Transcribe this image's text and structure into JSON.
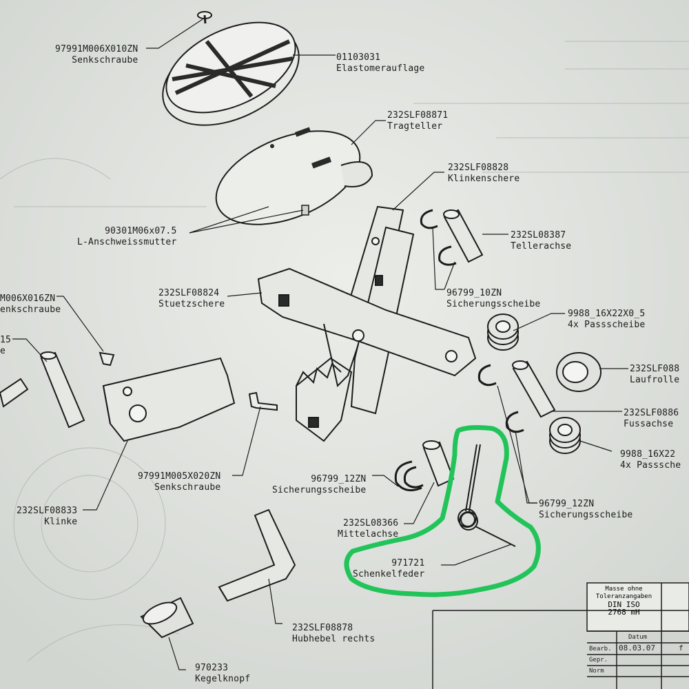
{
  "parts": [
    {
      "id": "p1",
      "number": "97991M006X010ZN",
      "name": "Senkschraube"
    },
    {
      "id": "p2",
      "number": "01103031",
      "name": "Elastomerauflage"
    },
    {
      "id": "p3",
      "number": "232SLF08871",
      "name": "Tragteller"
    },
    {
      "id": "p4",
      "number": "232SLF08828",
      "name": "Klinkenschere"
    },
    {
      "id": "p5",
      "number": "232SL08387",
      "name": "Tellerachse"
    },
    {
      "id": "p6",
      "number": "90301M06x07.5",
      "name": "L-Anschweissmutter"
    },
    {
      "id": "p7",
      "number": "232SLF08824",
      "name": "Stuetzschere"
    },
    {
      "id": "p8",
      "number": "96799_10ZN",
      "name": "Sicherungsscheibe"
    },
    {
      "id": "p9",
      "number": "M006X016ZN",
      "name": "enkschraube"
    },
    {
      "id": "p10",
      "number": "9988_16X22X0_5",
      "name": "4x Passscheibe"
    },
    {
      "id": "p11",
      "number": "232SLF088",
      "name": "Laufrolle"
    },
    {
      "id": "p12",
      "number": "232SLF0886",
      "name": "Fussachse"
    },
    {
      "id": "p13",
      "number": "15",
      "name": "e"
    },
    {
      "id": "p14",
      "number": "9988_16X22",
      "name": "4x Passsche"
    },
    {
      "id": "p15",
      "number": "96799_12ZN",
      "name": "Sicherungsscheibe"
    },
    {
      "id": "p16",
      "number": "97991M005X020ZN",
      "name": "Senkschraube"
    },
    {
      "id": "p17",
      "number": "96799_12ZN",
      "name": "Sicherungsscheibe"
    },
    {
      "id": "p18",
      "number": "232SLF08833",
      "name": "Klinke"
    },
    {
      "id": "p19",
      "number": "232SL08366",
      "name": "Mittelachse"
    },
    {
      "id": "p20",
      "number": "971721",
      "name": "Schenkelfeder"
    },
    {
      "id": "p21",
      "number": "232SLF08878",
      "name": "Hubhebel rechts"
    },
    {
      "id": "p22",
      "number": "970233",
      "name": "Kegelknopf"
    }
  ],
  "title_block": {
    "line1": "Masse ohne",
    "line2": "Toleranzangaben",
    "line3": "DIN ISO",
    "line4": "2768 mH",
    "col_datum": "Datum",
    "row_bearb": "Bearb.",
    "date": "08.03.07",
    "row_gepr": "Gepr.",
    "row_norm": "Norm",
    "name_partial": "f"
  },
  "colors": {
    "paper": "#dfe3de",
    "ink": "#1c1c1c",
    "highlight": "#22c45a"
  }
}
